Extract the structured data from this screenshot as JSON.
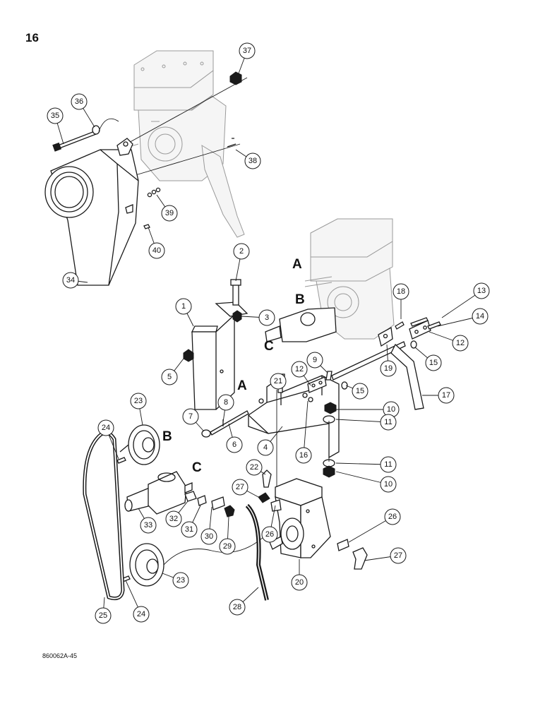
{
  "page_number": "16",
  "figure_code": "860062A-45",
  "reference_letters": [
    "A",
    "B",
    "C",
    "A",
    "B",
    "C"
  ],
  "callouts": [
    "1",
    "2",
    "3",
    "4",
    "5",
    "6",
    "7",
    "8",
    "9",
    "10",
    "10",
    "11",
    "11",
    "12",
    "12",
    "13",
    "14",
    "15",
    "15",
    "16",
    "17",
    "18",
    "19",
    "20",
    "21",
    "22",
    "23",
    "23",
    "24",
    "24",
    "25",
    "26",
    "26",
    "27",
    "27",
    "28",
    "29",
    "30",
    "31",
    "32",
    "33",
    "34",
    "35",
    "36",
    "37",
    "38",
    "39",
    "40"
  ]
}
